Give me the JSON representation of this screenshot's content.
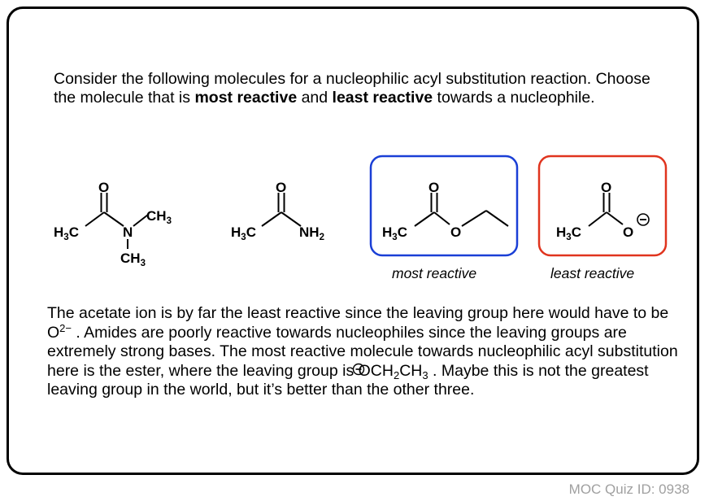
{
  "question": {
    "part1": "Consider the following molecules for a nucleophilic acyl substitution reaction. Choose the molecule that is ",
    "most_reactive": "most reactive",
    "part2": " and ",
    "least_reactive": "least reactive",
    "part3": " towards a nucleophile."
  },
  "molecules": {
    "m1": {
      "O": "O",
      "H3C": "H",
      "H3C_sub": "3",
      "H3C_C": "C",
      "N": "N",
      "CH3_top": "CH",
      "CH3_top_sub": "3",
      "CH3_bottom": "CH",
      "CH3_bottom_sub": "3"
    },
    "m2": {
      "O": "O",
      "H3C": "H",
      "H3C_sub": "3",
      "H3C_C": "C",
      "NH2": "NH",
      "NH2_sub": "2"
    },
    "m3": {
      "O": "O",
      "H3C": "H",
      "H3C_sub": "3",
      "H3C_C": "C",
      "O_ester": "O",
      "caption": "most reactive"
    },
    "m4": {
      "O": "O",
      "H3C": "H",
      "H3C_sub": "3",
      "H3C_C": "C",
      "O_minus": "O",
      "caption": "least reactive"
    }
  },
  "colors": {
    "most_reactive_box": "#1a3fd6",
    "least_reactive_box": "#e0341e",
    "quiz_id": "#a0a0a0"
  },
  "answer": {
    "s1": "The acetate ion is by far the least reactive since the leaving group here would have to be O",
    "s1_sup": "2−",
    "s2": " . Amides are poorly reactive towards nucleophiles since the leaving groups are extremely strong bases. The most reactive molecule towards nucleophilic acyl substitution here is the ester, where the leaving group is ",
    "s3_a": "OCH",
    "s3_sub1": "2",
    "s3_b": "CH",
    "s3_sub2": "3",
    "s4": " . Maybe this is not the greatest leaving group in the world, but it’s better than the other three."
  },
  "footer": {
    "quiz_id": "MOC Quiz ID: 0938"
  }
}
